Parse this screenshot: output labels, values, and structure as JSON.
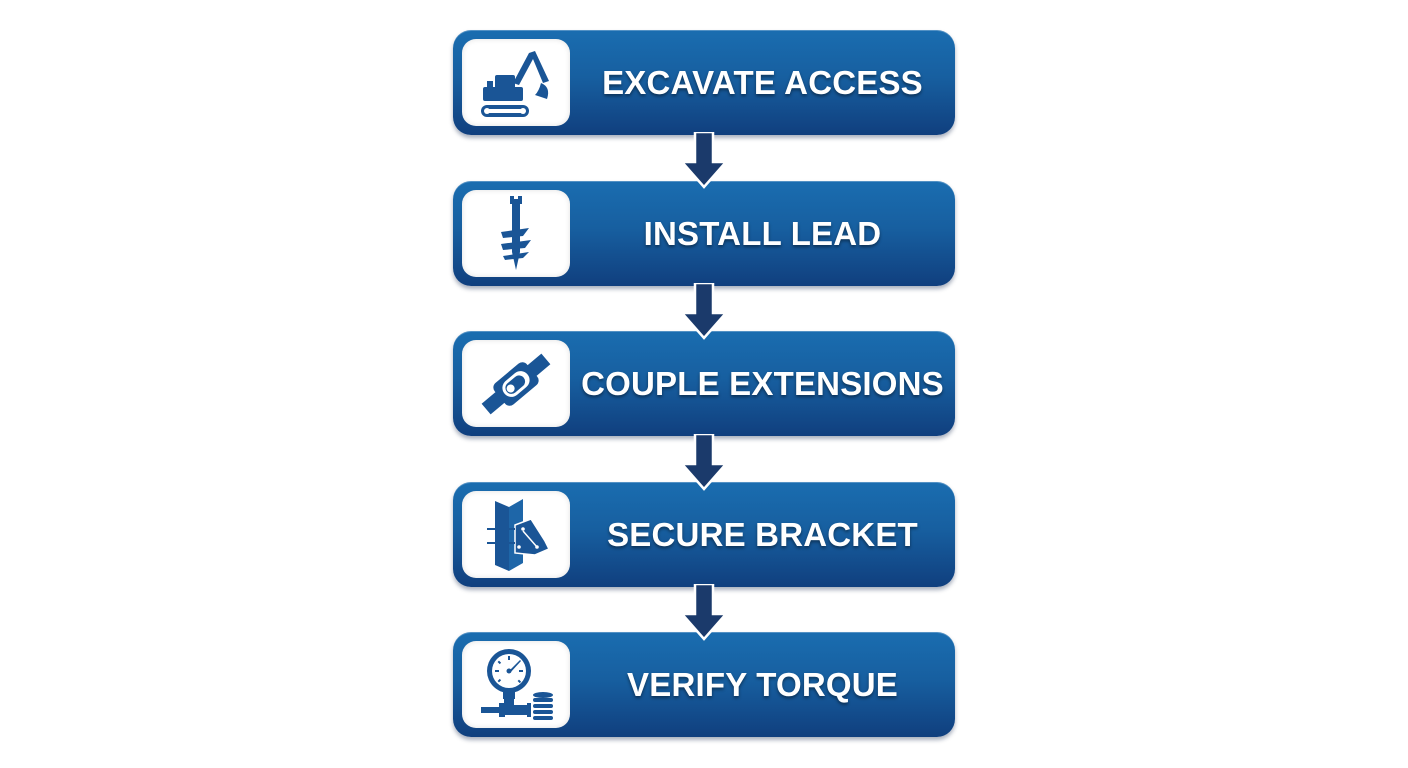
{
  "diagram": {
    "type": "vertical-process-flow",
    "colors": {
      "box_top": "#1a6db0",
      "box_bottom": "#103f7e",
      "arrow": "#1b3a6b",
      "icon": "#1a5596",
      "text": "#ffffff"
    },
    "steps": [
      {
        "label": "EXCAVATE ACCESS",
        "icon": "excavator-icon"
      },
      {
        "label": "INSTALL LEAD",
        "icon": "helical-pile-icon"
      },
      {
        "label": "COUPLE EXTENSIONS",
        "icon": "coupling-icon"
      },
      {
        "label": "SECURE BRACKET",
        "icon": "bracket-icon"
      },
      {
        "label": "VERIFY TORQUE",
        "icon": "pressure-gauge-icon"
      }
    ]
  }
}
